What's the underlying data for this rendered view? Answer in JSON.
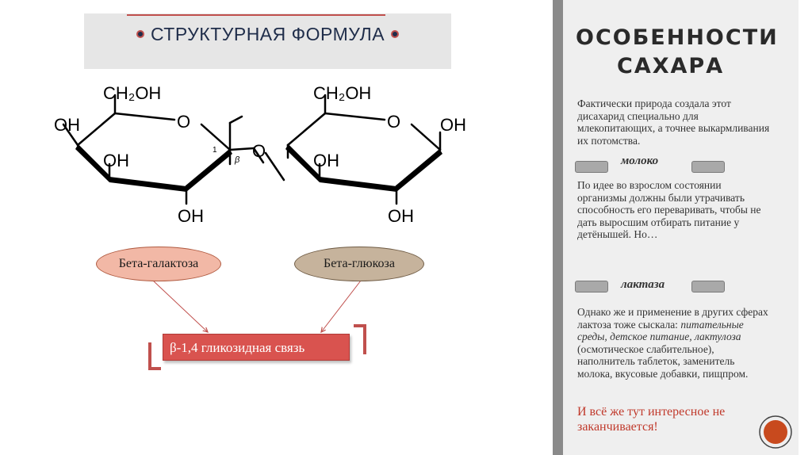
{
  "header": {
    "title": "СТРУКТУРНАЯ ФОРМУЛА"
  },
  "molecule": {
    "labels": {
      "ch2oh_left": "CH₂OH",
      "ch2oh_right": "CH₂OH",
      "o_ring_left": "O",
      "o_ring_right": "O",
      "oh_left_c4": "OH",
      "oh_left_c3": "OH",
      "oh_left_c2": "OH",
      "oh_right_c3": "OH",
      "oh_right_c2": "OH",
      "oh_right_c1": "OH",
      "o_bridge": "O",
      "num_1": "1",
      "beta": "β"
    }
  },
  "diagram": {
    "galactose": "Бета-галактоза",
    "glucose": "Бета-глюкоза",
    "bond": "β-1,4 гликозидная связь"
  },
  "panel": {
    "title_line1": "ОСОБЕННОСТИ",
    "title_line2": "САХАРА",
    "intro": "Фактически природа создала этот дисахарид специально для млекопитающих, а точнее выкармливания их потомства.",
    "milk_label": "молоко",
    "milk_desc": "По идее во взрослом состоянии организмы должны были утрачивать способность его переваривать, чтобы не дать выросшим отбирать питание у детёнышей. Но…",
    "lactase_label": "лактаза",
    "lactase_desc_1": "Однако же и применение в других сферах лактоза тоже сыскала: ",
    "lactase_desc_italic": "питательные среды, детское питание, лактулоза",
    "lactase_desc_2": " (осмотическое слабительное), наполнитель таблеток, заменитель молока, вкусовые добавки, пищпром.",
    "final": "И всё же тут интересное не заканчивается!"
  },
  "colors": {
    "accent_red": "#c0504d",
    "galactose_fill": "#f2b8a6",
    "glucose_fill": "#c6b39c",
    "bond_fill": "#d9534f"
  }
}
